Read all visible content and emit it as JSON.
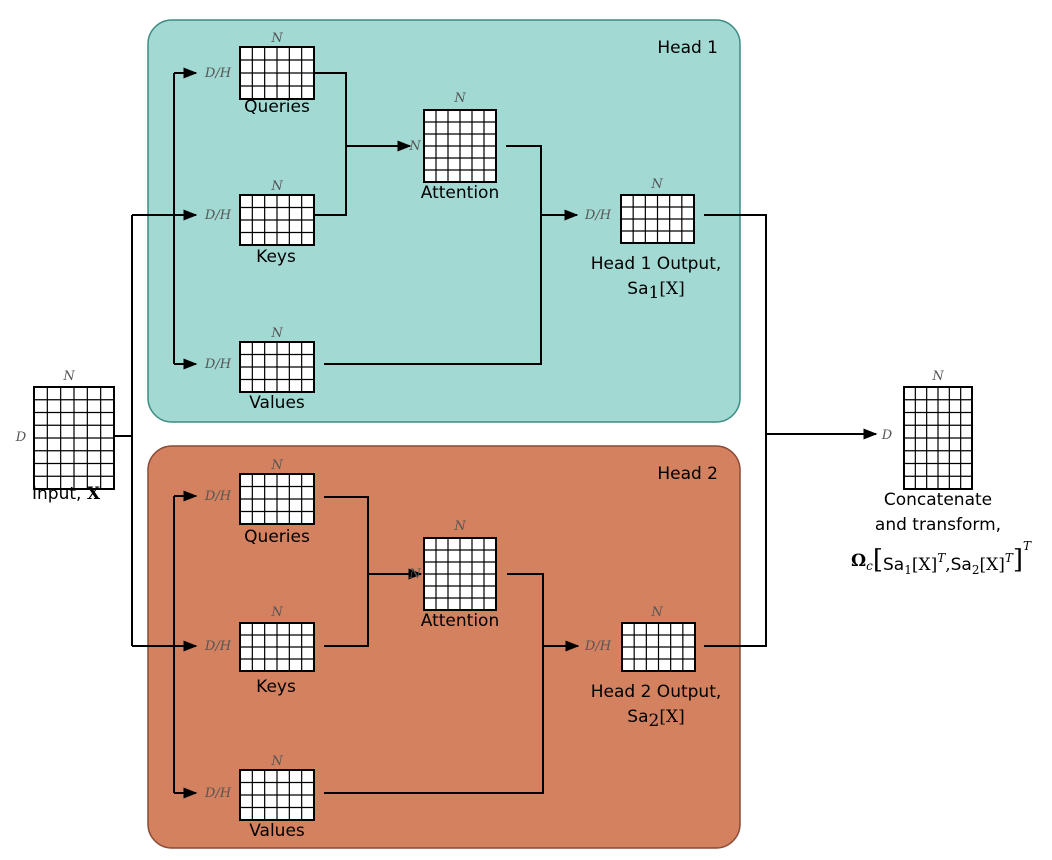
{
  "heads": [
    {
      "title": "Head 1",
      "fill": "#a2d9d3",
      "stroke": "#3d8c84",
      "queries_label": "Queries",
      "keys_label": "Keys",
      "values_label": "Values",
      "attention_label": "Attention",
      "output_label_line1": "Head 1 Output,",
      "output_label_line2": "Sa",
      "output_subscript": "1",
      "output_arg": "[X]"
    },
    {
      "title": "Head 2",
      "fill": "#d4815f",
      "stroke": "#8a4a35",
      "queries_label": "Queries",
      "keys_label": "Keys",
      "values_label": "Values",
      "attention_label": "Attention",
      "output_label_line1": "Head 2 Output,",
      "output_label_line2": "Sa",
      "output_subscript": "2",
      "output_arg": "[X]"
    }
  ],
  "dims": {
    "N": "N",
    "D": "D",
    "DH": "D/H"
  },
  "input": {
    "label": "Input, ",
    "symbol": "X"
  },
  "output": {
    "label_line1": "Concatenate",
    "label_line2": "and transform,",
    "omega": "Ω",
    "omega_sub": "c",
    "term1": "Sa",
    "term1_sub": "1",
    "term1_arg": "[X]",
    "term2": "Sa",
    "term2_sub": "2",
    "term2_arg": "[X]",
    "transpose": "T",
    "separator": ","
  }
}
